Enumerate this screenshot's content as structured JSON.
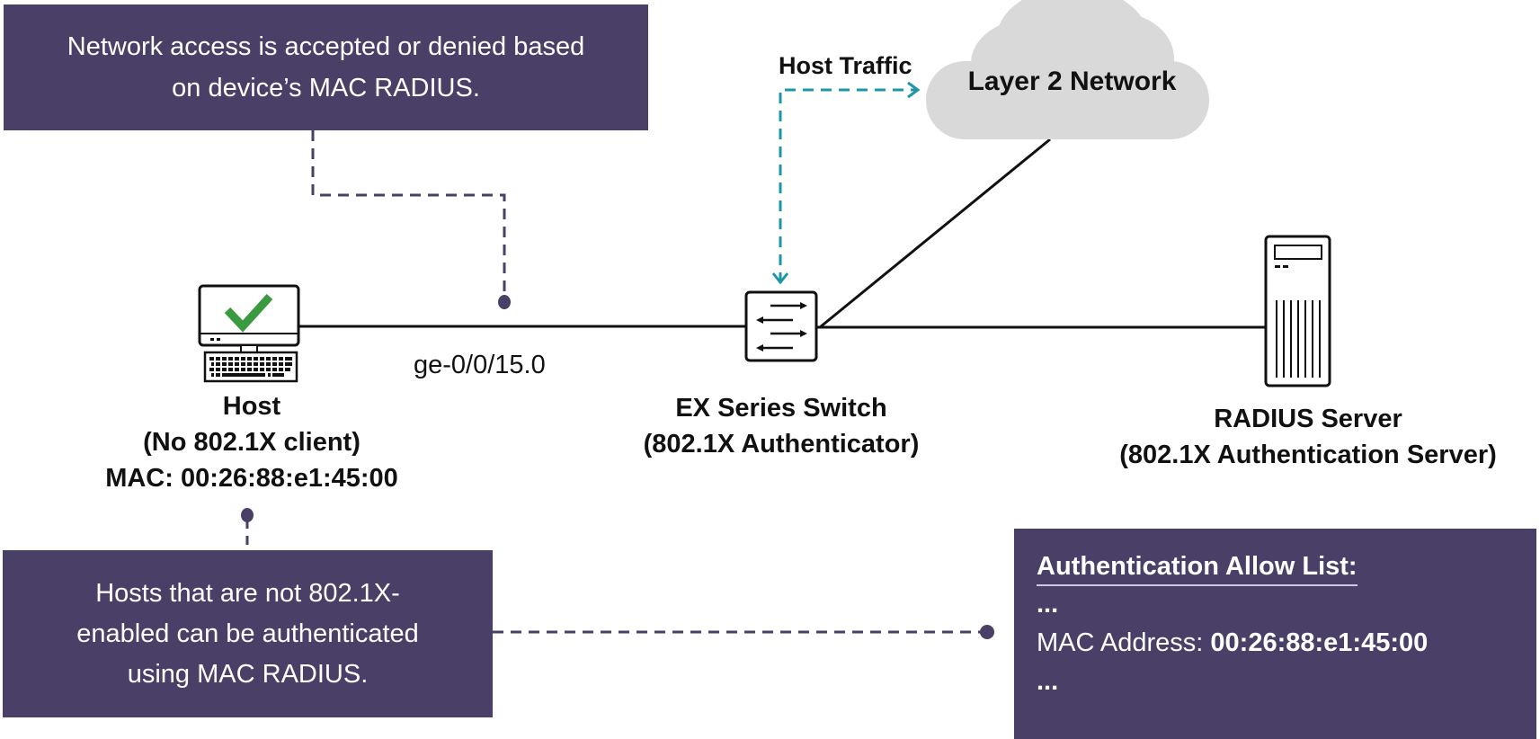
{
  "callouts": {
    "top": {
      "lines": [
        "Network access is accepted or denied based",
        "on device’s MAC RADIUS."
      ]
    },
    "bottom_left": {
      "lines": [
        "Hosts that are not 802.1X-",
        "enabled can be authenticated",
        "using MAC RADIUS."
      ]
    },
    "allow_list": {
      "title": "Authentication Allow List:",
      "ellipsis_top": "...",
      "mac_label": "MAC Address: ",
      "mac_value": "00:26:88:e1:45:00",
      "ellipsis_bottom": "..."
    }
  },
  "nodes": {
    "host": {
      "icon": "computer-check-icon",
      "lines": [
        "Host",
        "(No 802.1X client)",
        "MAC: 00:26:88:e1:45:00"
      ]
    },
    "switch": {
      "icon": "switch-icon",
      "lines": [
        "EX Series Switch",
        "(802.1X Authenticator)"
      ]
    },
    "radius": {
      "icon": "server-icon",
      "lines": [
        "RADIUS Server",
        "(802.1X Authentication Server)"
      ]
    },
    "network": {
      "icon": "cloud-icon",
      "label": "Layer 2 Network"
    }
  },
  "links": {
    "port_label": "ge-0/0/15.0",
    "traffic_label": "Host Traffic"
  },
  "colors": {
    "callout_bg": "#4a3f67",
    "callout_line": "#4a3f67",
    "traffic_line": "#1e96a8",
    "check": "#3a9a3f",
    "cloud": "#d9d9d9"
  }
}
